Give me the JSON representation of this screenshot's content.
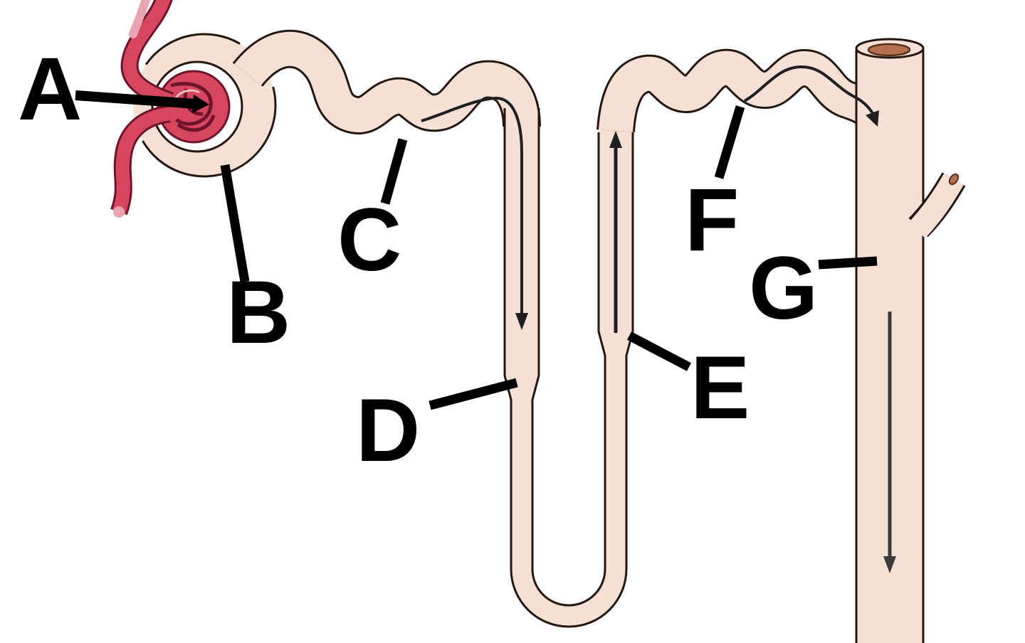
{
  "diagram": {
    "description_labels": [
      "A",
      "B",
      "C",
      "D",
      "E",
      "F",
      "G"
    ],
    "labels": [
      "A",
      "B",
      "C",
      "D",
      "E",
      "F",
      "G"
    ]
  },
  "colors": {
    "tubule_fill": "#f5e0d6",
    "outline": "#241710",
    "vessel_fill": "#d64660",
    "vessel_outline": "#70142a",
    "vessel_highlight": "#e8a4b0",
    "duct_opening": "#b5714f",
    "duct_opening_outline": "#58301e",
    "flow_arrow": "#1f1f1f",
    "label_color": "#000000",
    "background": "#ffffff"
  }
}
